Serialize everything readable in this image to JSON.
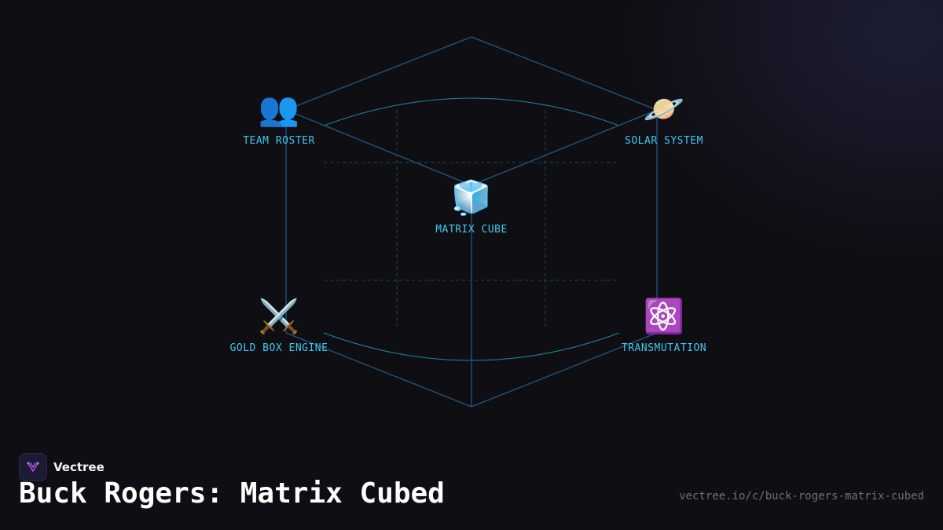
{
  "brand": {
    "name": "Vectree"
  },
  "title": "Buck Rogers: Matrix Cubed",
  "url": "vectree.io/c/buck-rogers-matrix-cubed",
  "nodes": [
    {
      "id": "team-roster",
      "emoji": "👥",
      "label": "TEAM ROSTER"
    },
    {
      "id": "solar-system",
      "emoji": "🪐",
      "label": "SOLAR SYSTEM"
    },
    {
      "id": "matrix-cube",
      "emoji": "🧊",
      "label": "MATRIX CUBE"
    },
    {
      "id": "gold-box-engine",
      "emoji": "⚔️",
      "label": "GOLD BOX ENGINE"
    },
    {
      "id": "transmutation",
      "emoji": "⚛️",
      "label": "TRANSMUTATION"
    }
  ],
  "colors": {
    "background": "#0f0e13",
    "label": "#3ec8ee",
    "edge": "#1f4f78",
    "arc": "#1c8aa6",
    "grid": "#13535a",
    "brand_logo": "#b14fe0"
  }
}
